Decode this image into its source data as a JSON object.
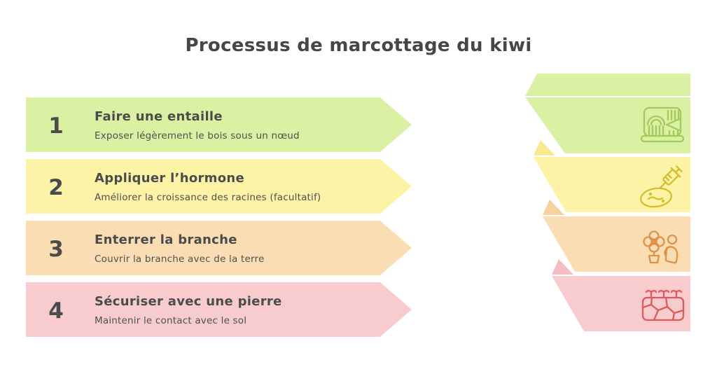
{
  "title": "Processus de marcottage du kiwi",
  "text_color": "#4b4b4b",
  "steps": [
    {
      "number": "1",
      "title": "Faire une entaille",
      "subtitle": "Exposer légèrement le bois sous un nœud",
      "color": "#daf0a2",
      "fold_color": "#d0e896",
      "icon": "wood-notch-icon",
      "icon_color": "#a4ca5e"
    },
    {
      "number": "2",
      "title": "Appliquer l’hormone",
      "subtitle": "Améliorer la croissance des racines (facultatif)",
      "color": "#fdf3a7",
      "fold_color": "#f9e88f",
      "icon": "syringe-icon",
      "icon_color": "#d4be2b"
    },
    {
      "number": "3",
      "title": "Enterrer la branche",
      "subtitle": "Couvrir la branche avec de la terre",
      "color": "#fbddb4",
      "fold_color": "#f8d19e",
      "icon": "flower-person-icon",
      "icon_color": "#df9245"
    },
    {
      "number": "4",
      "title": "Sécuriser avec une pierre",
      "subtitle": "Maintenir le contact avec le sol",
      "color": "#f8cccf",
      "fold_color": "#f5bdc1",
      "icon": "stone-wall-icon",
      "icon_color": "#dd5b57"
    }
  ]
}
